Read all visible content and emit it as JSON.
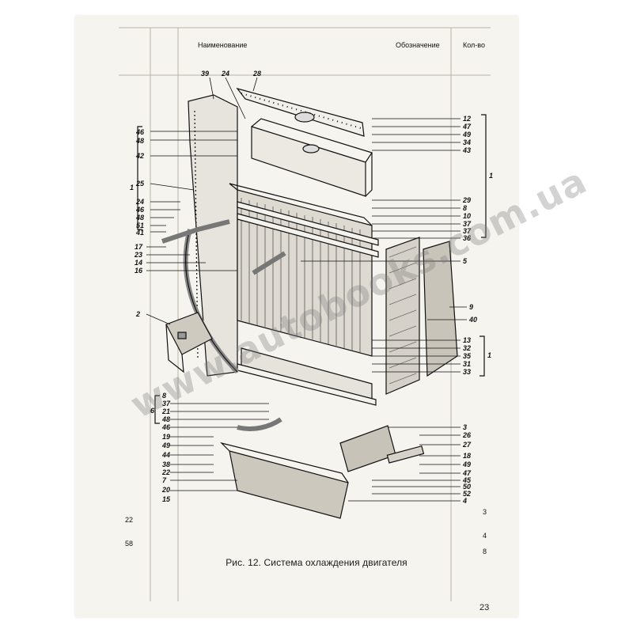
{
  "figure": {
    "caption": "Рис. 12. Система охлаждения двигателя",
    "page_number": "23",
    "watermark": "www.autobooks.com.ua"
  },
  "callouts_left": [
    "46",
    "48",
    "42",
    "25",
    "24",
    "46",
    "48",
    "51",
    "41",
    "17",
    "23",
    "14",
    "16",
    "2",
    "8",
    "37",
    "21",
    "48",
    "46",
    "19",
    "49",
    "44",
    "38",
    "22",
    "7",
    "20",
    "15"
  ],
  "callouts_top": [
    "39",
    "24",
    "28"
  ],
  "callouts_right": [
    "12",
    "47",
    "49",
    "34",
    "43",
    "29",
    "8",
    "10",
    "37",
    "37",
    "36",
    "5",
    "9",
    "40",
    "13",
    "32",
    "35",
    "31",
    "33",
    "3",
    "26",
    "27",
    "18",
    "49",
    "47",
    "45",
    "50",
    "52",
    "4"
  ],
  "group_labels": {
    "left_upper": "1",
    "left_lower": "6",
    "right_upper": "1",
    "right_lower": "1"
  }
}
